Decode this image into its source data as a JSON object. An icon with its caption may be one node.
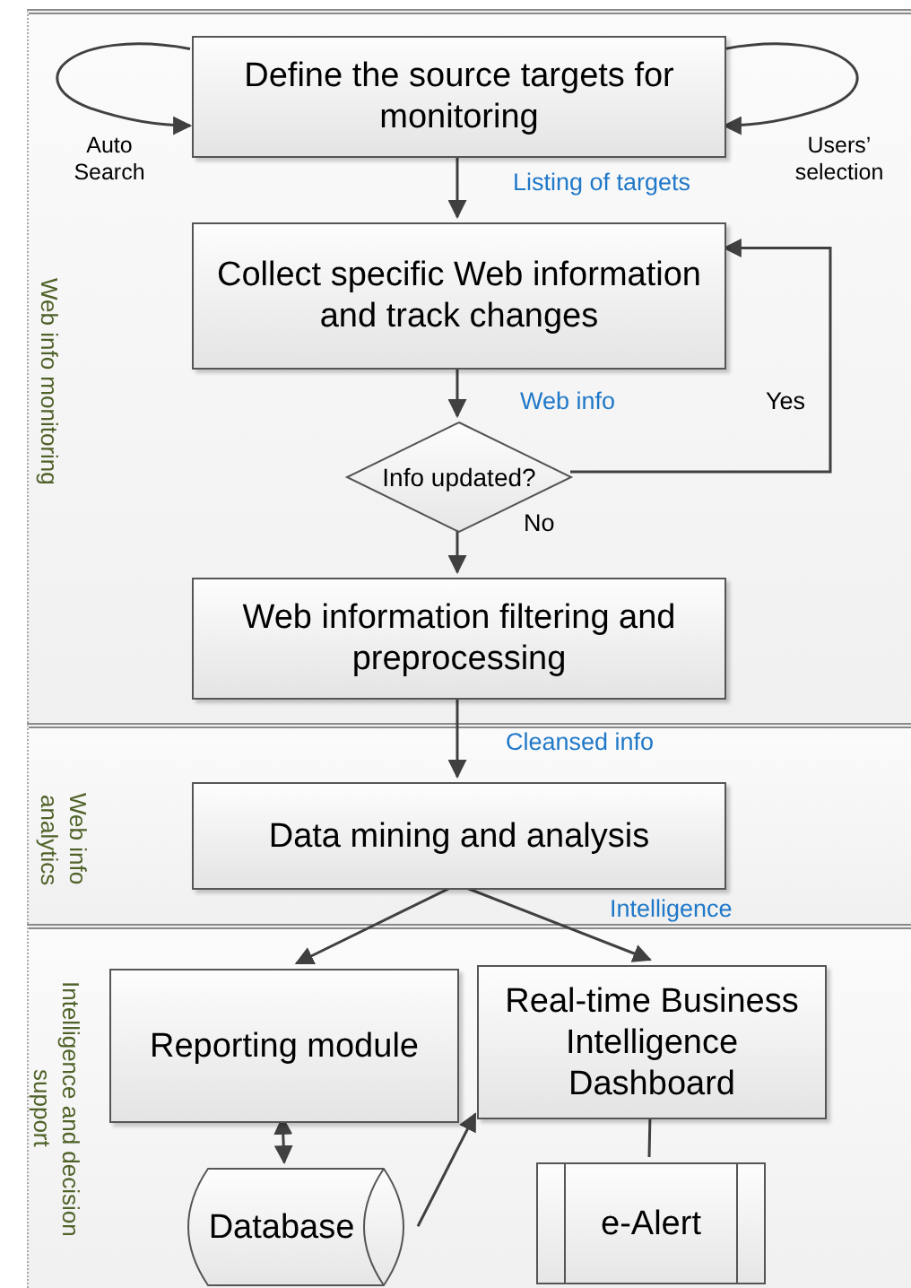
{
  "diagram": {
    "nodes": [
      {
        "text": [
          "Web info monitoring"
        ]
      },
      {
        "text": [
          "Define the source targets for monitoring"
        ],
        "in": 0
      },
      {
        "text": [
          "Collect specific Web information and track changes"
        ],
        "in": 0
      },
      {
        "text": [
          "Info updated?"
        ],
        "in": 0
      },
      {
        "text": [
          "Web information filtering and preprocessing"
        ],
        "in": 0
      },
      {
        "text": [
          "Web info analytics"
        ]
      },
      {
        "text": [
          "Data mining and analysis"
        ],
        "in": 5
      },
      {
        "text": [
          "Intelligence and decision support"
        ]
      },
      {
        "text": [
          "Reporting module"
        ],
        "in": 7
      },
      {
        "text": [
          "Real-time Business Intelligence Dashboard"
        ],
        "in": 7
      },
      {
        "text": [
          "Database"
        ],
        "in": 7
      },
      {
        "text": [
          "e-Alert"
        ],
        "in": 7
      }
    ],
    "edges": [
      {
        "from": 1,
        "to": 1,
        "arrow": "to",
        "label": "Auto Search"
      },
      {
        "from": 1,
        "to": 1,
        "arrow": "to",
        "label": "Users’ selection"
      },
      {
        "from": 1,
        "to": 2,
        "arrow": "to",
        "label": "Listing of targets"
      },
      {
        "from": 2,
        "to": 3,
        "arrow": "to",
        "label": "Web info"
      },
      {
        "from": 3,
        "to": 2,
        "arrow": "to",
        "label": "Yes"
      },
      {
        "from": 3,
        "to": 4,
        "arrow": "to",
        "label": "No"
      },
      {
        "from": 4,
        "to": 6,
        "arrow": "to",
        "label": "Cleansed  info"
      },
      {
        "from": 6,
        "to": 8,
        "arrow": "to"
      },
      {
        "from": 6,
        "to": 9,
        "arrow": "to",
        "label": "Intelligence"
      },
      {
        "from": 8,
        "to": 10,
        "arrow": "both"
      },
      {
        "from": 10,
        "to": 9,
        "arrow": "to"
      },
      {
        "from": 9,
        "to": 11,
        "arrow": "none"
      }
    ]
  }
}
